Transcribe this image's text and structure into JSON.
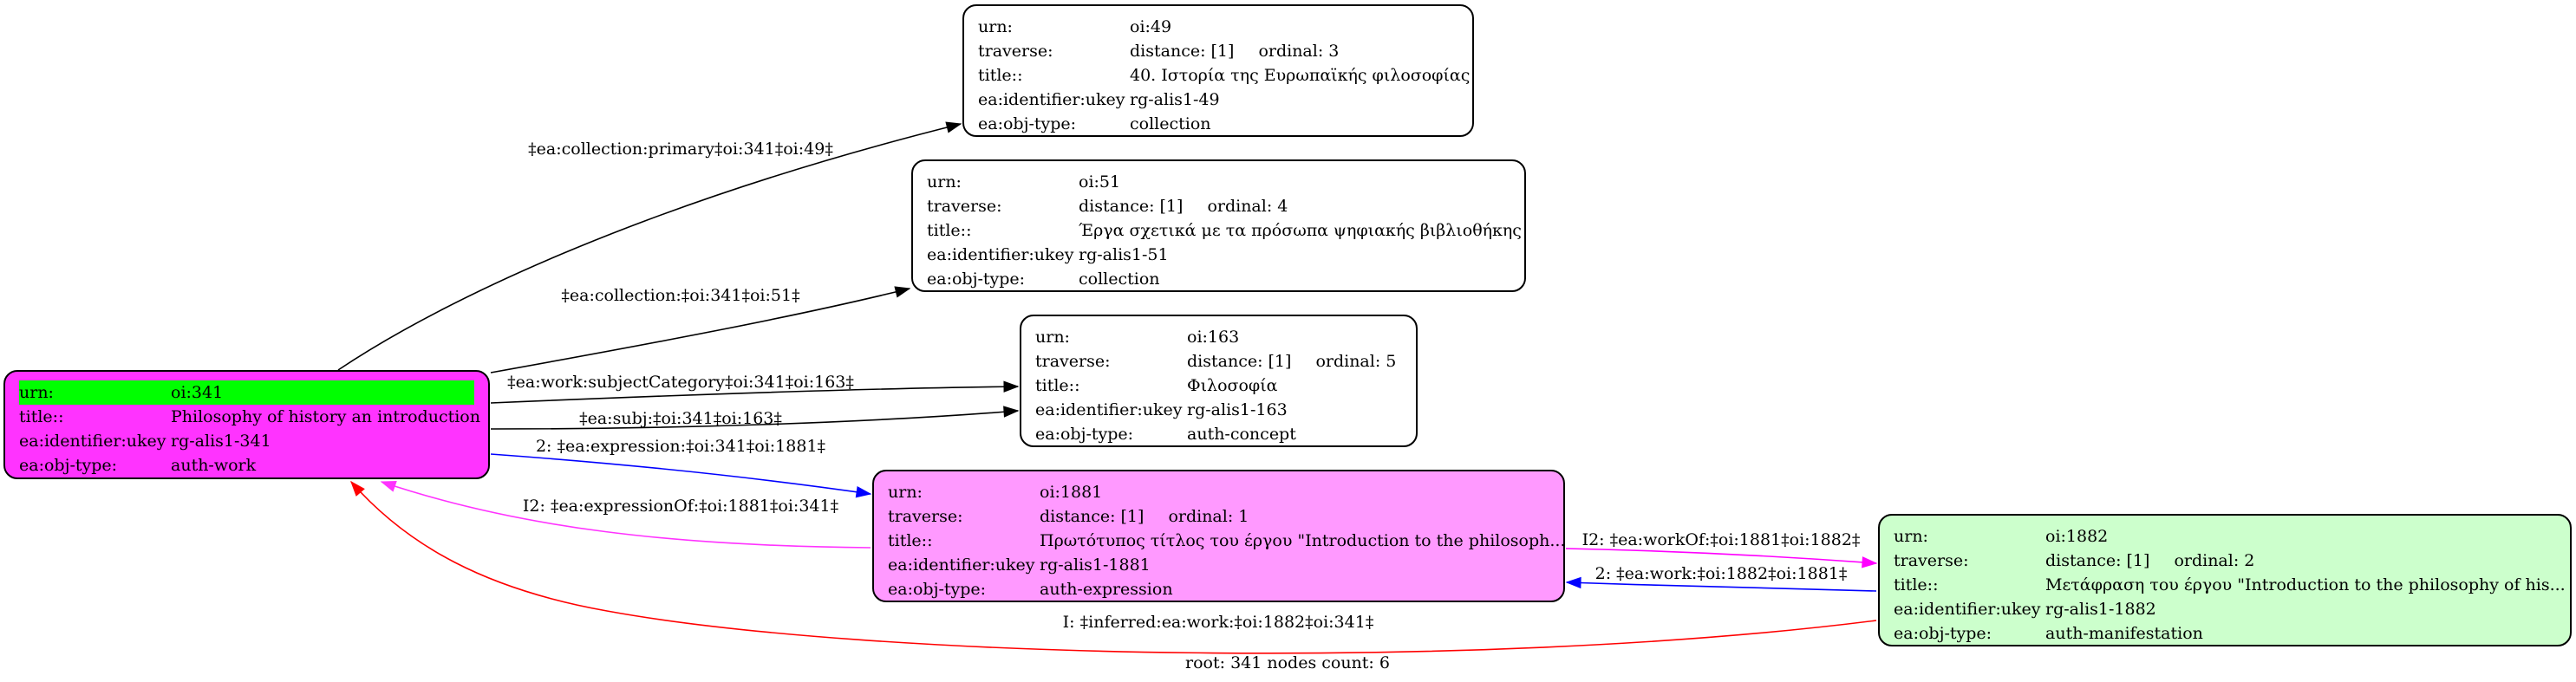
{
  "nodes": [
    {
      "id": "n341",
      "fill": "#ff33ff",
      "urn": "oi:341",
      "title": "Philosophy of history an introduction",
      "ukey": "rg-alis1-341",
      "objtype": "auth-work"
    },
    {
      "id": "n49",
      "fill": "#ffffff",
      "urn": "oi:49",
      "distance": "distance: [1]",
      "ordinal": "ordinal: 3",
      "title": "40. Ιστορία της Ευρωπαϊκής φιλοσοφίας",
      "ukey": "rg-alis1-49",
      "objtype": "collection"
    },
    {
      "id": "n51",
      "fill": "#ffffff",
      "urn": "oi:51",
      "distance": "distance: [1]",
      "ordinal": "ordinal: 4",
      "title": "Έργα σχετικά με τα πρόσωπα ψηφιακής βιβλιοθήκης",
      "ukey": "rg-alis1-51",
      "objtype": "collection"
    },
    {
      "id": "n163",
      "fill": "#ffffff",
      "urn": "oi:163",
      "distance": "distance: [1]",
      "ordinal": "ordinal: 5",
      "title": "Φιλοσοφία",
      "ukey": "rg-alis1-163",
      "objtype": "auth-concept"
    },
    {
      "id": "n1881",
      "fill": "#ff99ff",
      "urn": "oi:1881",
      "distance": "distance: [1]",
      "ordinal": "ordinal: 1",
      "title": "Πρωτότυπος τίτλος του έργου \"Introduction to the philosoph...",
      "ukey": "rg-alis1-1881",
      "objtype": "auth-expression"
    },
    {
      "id": "n1882",
      "fill": "#ccffcc",
      "urn": "oi:1882",
      "distance": "distance: [1]",
      "ordinal": "ordinal: 2",
      "title": "Μετάφραση του έργου \"Introduction to the philosophy of his...",
      "ukey": "rg-alis1-1882",
      "objtype": "auth-manifestation"
    }
  ],
  "keys": {
    "urn": "urn:",
    "traverse": "traverse:",
    "title": "title::",
    "ukey": "ea:identifier:ukey",
    "objtype": "ea:obj-type:"
  },
  "highlight_color": "#00ff00",
  "edges": [
    {
      "id": "e49",
      "label": "‡ea:collection:primary‡oi:341‡oi:49‡",
      "color": "#000000"
    },
    {
      "id": "e51",
      "label": "‡ea:collection:‡oi:341‡oi:51‡",
      "color": "#000000"
    },
    {
      "id": "e163a",
      "label": "‡ea:work:subjectCategory‡oi:341‡oi:163‡",
      "color": "#000000"
    },
    {
      "id": "e163b",
      "label": "‡ea:subj:‡oi:341‡oi:163‡",
      "color": "#000000"
    },
    {
      "id": "e1881",
      "label": "2: ‡ea:expression:‡oi:341‡oi:1881‡",
      "color": "#0000ff"
    },
    {
      "id": "eExprOf",
      "label": "I2: ‡ea:expressionOf:‡oi:1881‡oi:341‡",
      "color": "#ff33ff"
    },
    {
      "id": "eWorkOf",
      "label": "I2: ‡ea:workOf:‡oi:1881‡oi:1882‡",
      "color": "#ff00ff"
    },
    {
      "id": "eWork",
      "label": "2: ‡ea:work:‡oi:1882‡oi:1881‡",
      "color": "#0000ff"
    },
    {
      "id": "eInferred",
      "label": "I: ‡inferred:ea:work:‡oi:1882‡oi:341‡",
      "color": "#ff0000"
    }
  ],
  "footer": "root: 341 nodes count: 6"
}
